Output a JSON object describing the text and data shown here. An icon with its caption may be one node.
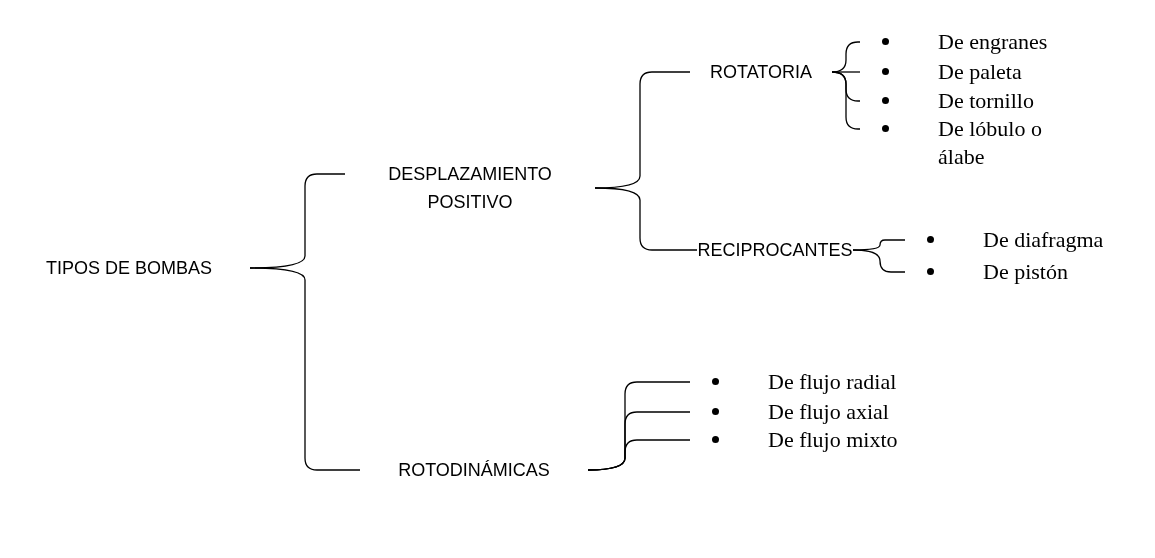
{
  "diagram": {
    "nodes": [
      {
        "text": [
          "TIPOS DE BOMBAS"
        ]
      },
      {
        "text": [
          "DESPLAZAMIENTO POSITIVO"
        ]
      },
      {
        "text": [
          "ROTODINÁMICAS"
        ]
      },
      {
        "text": [
          "ROTATORIA"
        ]
      },
      {
        "text": [
          "RECIPROCANTES"
        ]
      },
      {
        "text": [
          "De engranes"
        ]
      },
      {
        "text": [
          "De paleta"
        ]
      },
      {
        "text": [
          "De tornillo"
        ]
      },
      {
        "text": [
          "De lóbulo o álabe"
        ]
      },
      {
        "text": [
          "De diafragma"
        ]
      },
      {
        "text": [
          "De pistón"
        ]
      },
      {
        "text": [
          "De flujo radial"
        ]
      },
      {
        "text": [
          "De flujo axial"
        ]
      },
      {
        "text": [
          "De flujo mixto"
        ]
      }
    ],
    "edges": [
      {
        "from": 0,
        "to": 1,
        "arrow": "none"
      },
      {
        "from": 0,
        "to": 2,
        "arrow": "none"
      },
      {
        "from": 1,
        "to": 3,
        "arrow": "none"
      },
      {
        "from": 1,
        "to": 4,
        "arrow": "none"
      },
      {
        "from": 3,
        "to": 5,
        "arrow": "none"
      },
      {
        "from": 3,
        "to": 6,
        "arrow": "none"
      },
      {
        "from": 3,
        "to": 7,
        "arrow": "none"
      },
      {
        "from": 3,
        "to": 8,
        "arrow": "none"
      },
      {
        "from": 4,
        "to": 9,
        "arrow": "none"
      },
      {
        "from": 4,
        "to": 10,
        "arrow": "none"
      },
      {
        "from": 2,
        "to": 11,
        "arrow": "none"
      },
      {
        "from": 2,
        "to": 12,
        "arrow": "none"
      },
      {
        "from": 2,
        "to": 13,
        "arrow": "none"
      }
    ]
  }
}
